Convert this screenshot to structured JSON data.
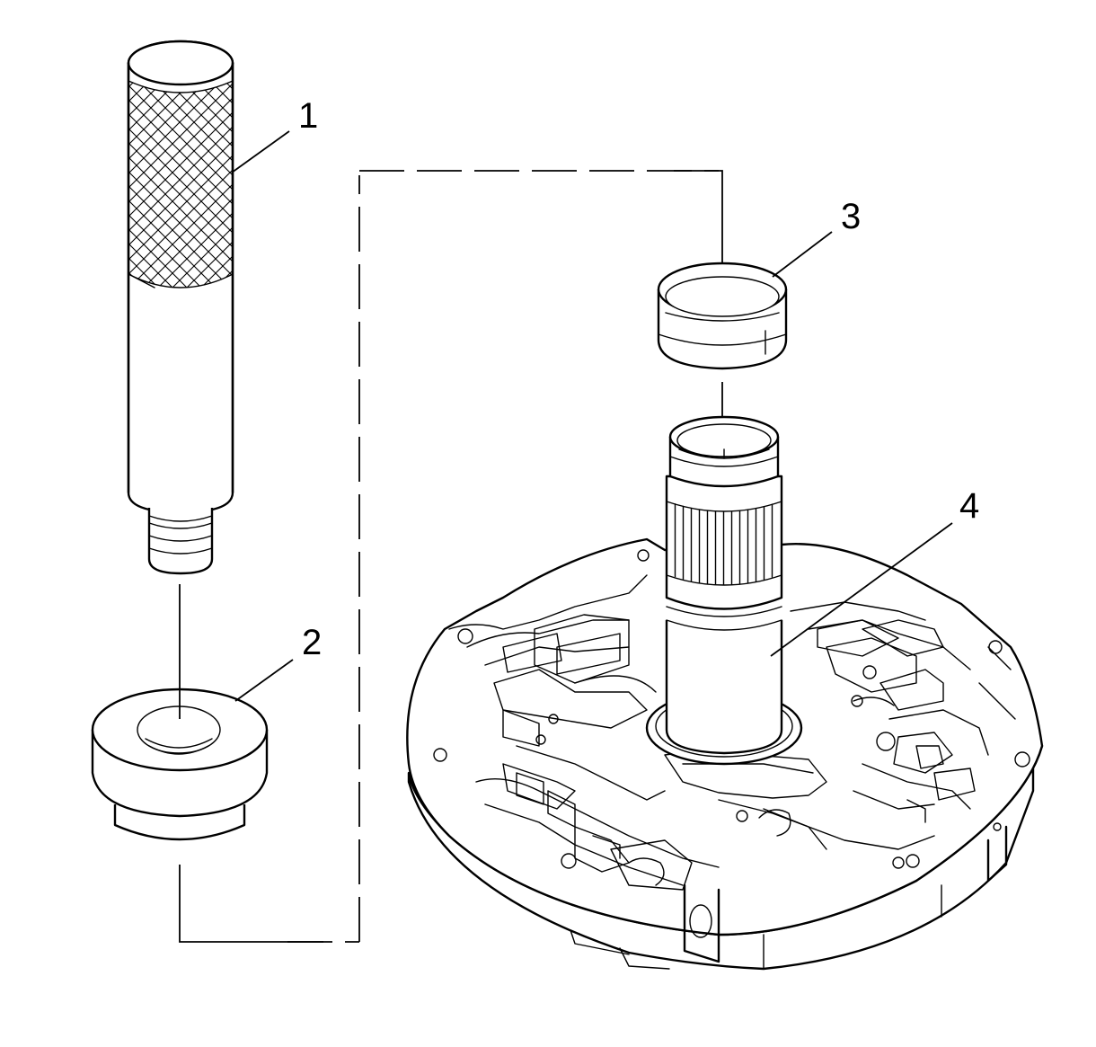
{
  "callouts": [
    {
      "id": "1",
      "label": "1"
    },
    {
      "id": "2",
      "label": "2"
    },
    {
      "id": "3",
      "label": "3"
    },
    {
      "id": "4",
      "label": "4"
    }
  ],
  "colors": {
    "line": "#000000",
    "background": "#ffffff"
  },
  "icons": {
    "part1": "installer-handle-icon",
    "part2": "installer-adapter-icon",
    "part3": "bushing-icon",
    "part4": "pump-cover-stator-shaft-icon"
  }
}
